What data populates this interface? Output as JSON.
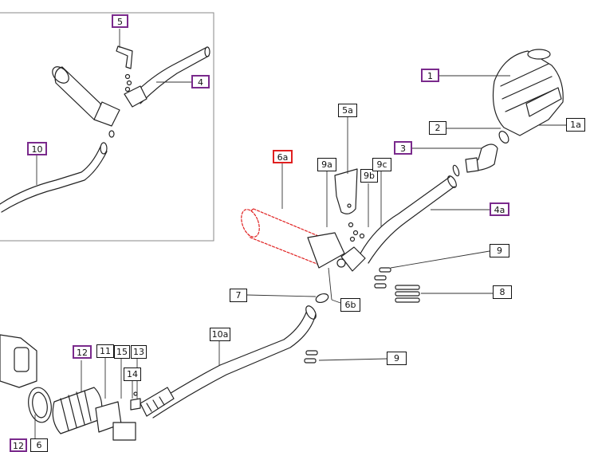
{
  "colors": {
    "part_outline": "#222222",
    "purple_label": "#7a2a8c",
    "red_label": "#e02020",
    "leader": "#333333"
  },
  "labels": {
    "l1": "1",
    "l1a": "1a",
    "l2": "2",
    "l3": "3",
    "l4": "4",
    "l4a": "4a",
    "l5": "5",
    "l5a": "5a",
    "l6a": "6a",
    "l6b": "6b",
    "l7": "7",
    "l8": "8",
    "l9_top": "9",
    "l9_bottom": "9",
    "l9a": "9a",
    "l9b": "9b",
    "l9c": "9c",
    "l10": "10",
    "l10a": "10a",
    "l11": "11",
    "l12": "12",
    "l12_bottom": "12",
    "l13": "13",
    "l14": "14",
    "l15": "15",
    "l6_bottom": "6"
  }
}
